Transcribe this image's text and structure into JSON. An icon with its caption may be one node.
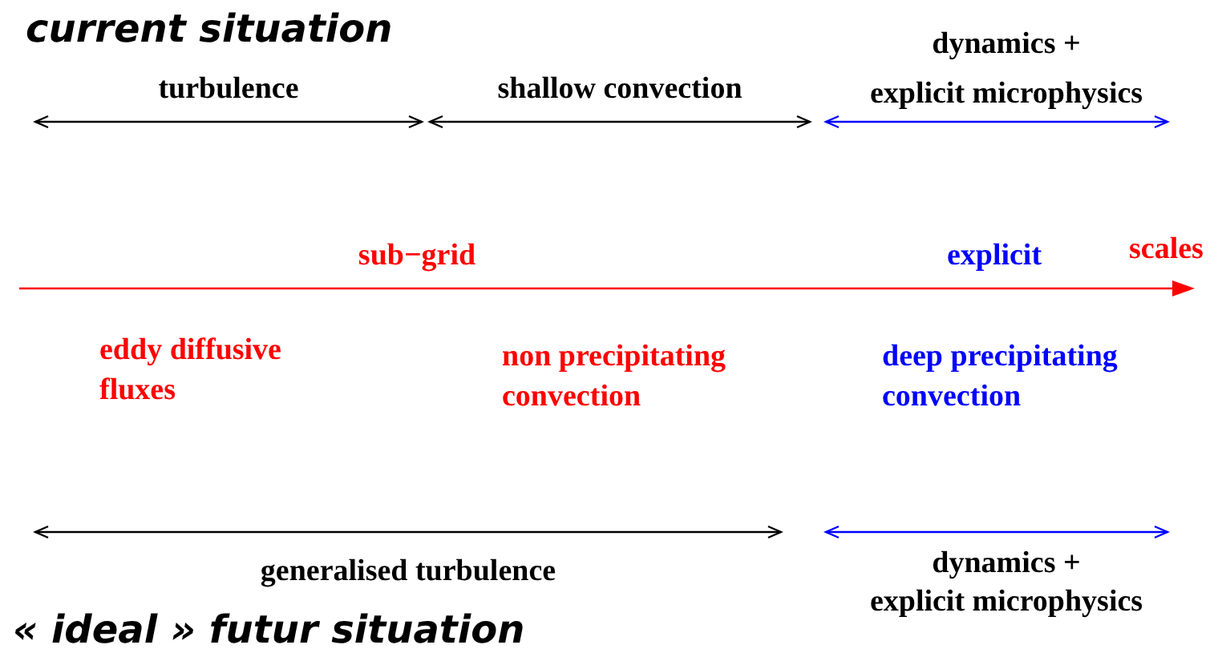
{
  "diagram": {
    "labels": [
      "current situation",
      "dynamics + explicit microphysics",
      "turbulence",
      "shallow convection",
      "sub−grid",
      "explicit",
      "scales",
      "eddy diffusive fluxes",
      "non precipitating convection",
      "deep precipitating convection",
      "generalised turbulence",
      "dynamics + explicit microphysics",
      "« ideal » futur situation"
    ]
  }
}
